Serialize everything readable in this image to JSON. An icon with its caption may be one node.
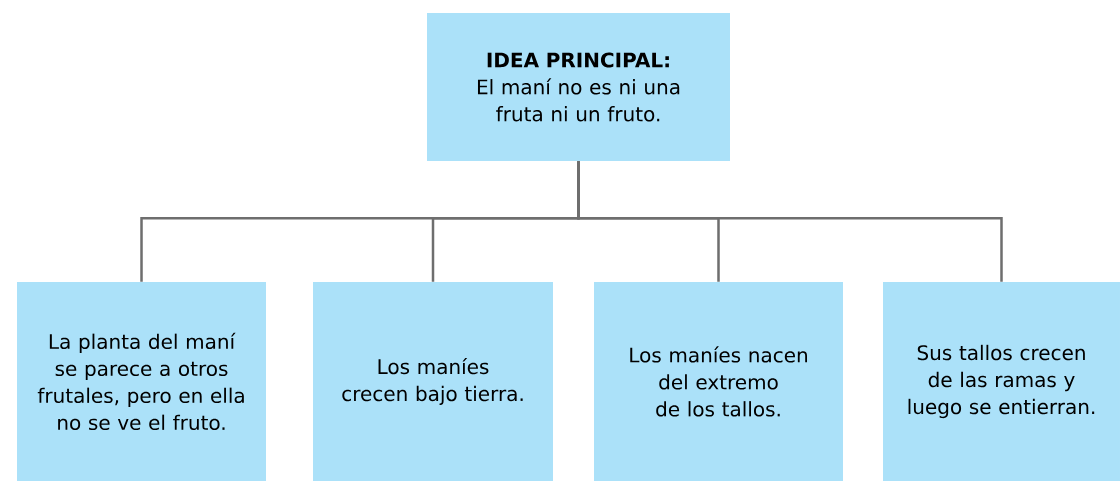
{
  "diagram": {
    "nodes": [
      {
        "text": [
          "IDEA PRINCIPAL:",
          "El maní no es ni una fruta ni un fruto."
        ]
      },
      {
        "text": [
          "La planta del maní se parece a otros frutales, pero en ella no se ve el fruto."
        ]
      },
      {
        "text": [
          "Los maníes crecen bajo tierra."
        ]
      },
      {
        "text": [
          "Los maníes nacen del extremo de los tallos."
        ]
      },
      {
        "text": [
          "Sus tallos crecen de las ramas y luego se entierran."
        ]
      }
    ],
    "edges": [
      {
        "from": 0,
        "to": 1,
        "arrow": "none"
      },
      {
        "from": 0,
        "to": 2,
        "arrow": "none"
      },
      {
        "from": 0,
        "to": 3,
        "arrow": "none"
      },
      {
        "from": 0,
        "to": 4,
        "arrow": "none"
      }
    ]
  }
}
